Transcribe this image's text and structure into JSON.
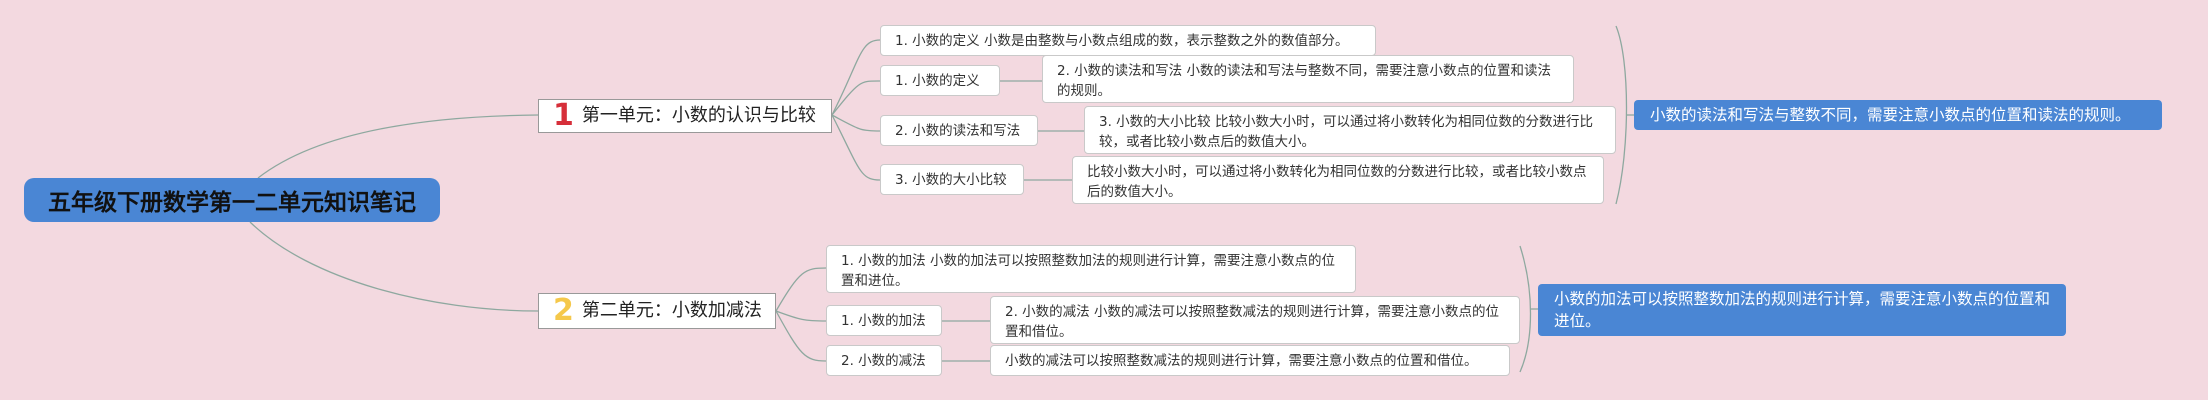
{
  "colors": {
    "background": "#f3d9e0",
    "accent": "#4a86d4",
    "line": "#8ea89f",
    "num1": "#d62f3a",
    "num2": "#f5c84b"
  },
  "root": {
    "label": "五年级下册数学第一二单元知识笔记"
  },
  "units": [
    {
      "number": "1",
      "label": "第一单元：小数的认识与比较",
      "nodes": {
        "def_full": "1. 小数的定义 小数是由整数与小数点组成的数，表示整数之外的数值部分。",
        "def_short": "1. 小数的定义",
        "rw_full": "2. 小数的读法和写法 小数的读法和写法与整数不同，需要注意小数点的位置和读法的规则。",
        "rw_short": "2. 小数的读法和写法",
        "cmp_full": "3. 小数的大小比较 比较小数大小时，可以通过将小数转化为相同位数的分数进行比较，或者比较小数点后的数值大小。",
        "cmp_short": "3. 小数的大小比较",
        "cmp_detail": "比较小数大小时，可以通过将小数转化为相同位数的分数进行比较，或者比较小数点后的数值大小。"
      },
      "summary": "小数的读法和写法与整数不同，需要注意小数点的位置和读法的规则。"
    },
    {
      "number": "2",
      "label": "第二单元：小数加减法",
      "nodes": {
        "add_full": "1. 小数的加法 小数的加法可以按照整数加法的规则进行计算，需要注意小数点的位置和进位。",
        "add_short": "1. 小数的加法",
        "sub_full": "2. 小数的减法 小数的减法可以按照整数减法的规则进行计算，需要注意小数点的位置和借位。",
        "sub_short": "2. 小数的减法",
        "sub_detail": "小数的减法可以按照整数减法的规则进行计算，需要注意小数点的位置和借位。"
      },
      "summary": "小数的加法可以按照整数加法的规则进行计算，需要注意小数点的位置和进位。"
    }
  ]
}
